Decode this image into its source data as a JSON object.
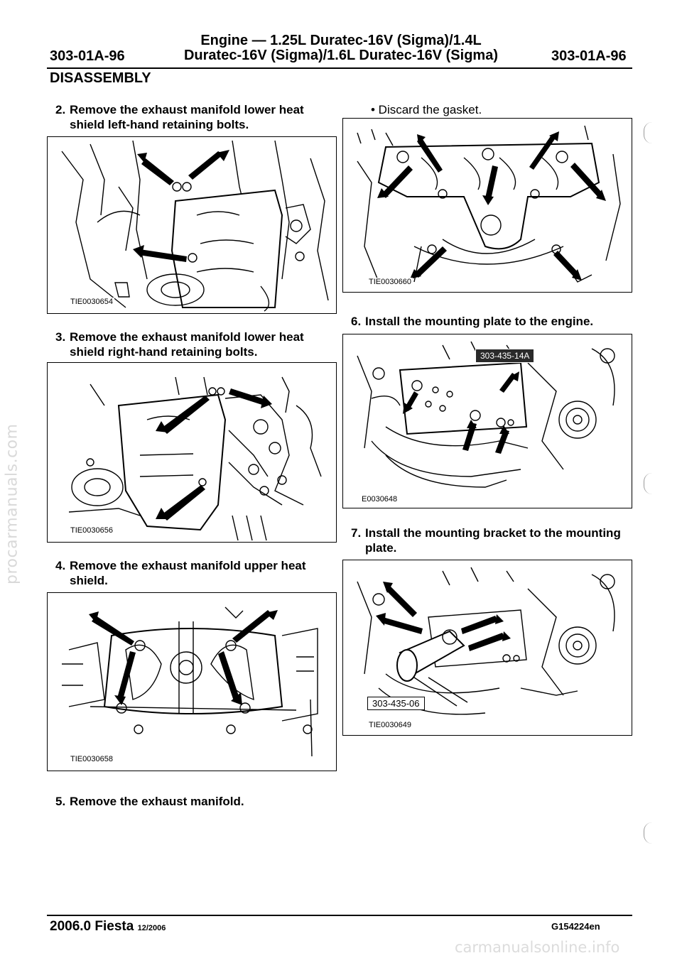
{
  "header": {
    "code_left": "303-01A-96",
    "code_right": "303-01A-96",
    "title_line1": "Engine — 1.25L Duratec-16V (Sigma)/1.4L",
    "title_line2": "Duratec-16V (Sigma)/1.6L Duratec-16V (Sigma)"
  },
  "section_title": "DISASSEMBLY",
  "steps": {
    "s2": {
      "num": "2.",
      "line1": "Remove the exhaust manifold lower heat",
      "line2": "shield left-hand retaining bolts."
    },
    "s3": {
      "num": "3.",
      "line1": "Remove the exhaust manifold lower heat",
      "line2": "shield right-hand retaining bolts."
    },
    "s4": {
      "num": "4.",
      "line1": "Remove the exhaust manifold upper heat",
      "line2": "shield."
    },
    "s5": {
      "num": "5.",
      "line1": "Remove the exhaust manifold."
    },
    "s6": {
      "num": "6.",
      "line1": "Install the mounting plate to the engine."
    },
    "s7": {
      "num": "7.",
      "line1": "Install the mounting bracket to the mounting",
      "line2": "plate."
    }
  },
  "bullet_discard": "• Discard the gasket.",
  "figures": {
    "f1": {
      "id": "TIE0030654"
    },
    "f2": {
      "id": "TIE0030656"
    },
    "f3": {
      "id": "TIE0030658"
    },
    "f4": {
      "id": "TIE0030660"
    },
    "f5": {
      "id": "E0030648",
      "tool": "303-435-14A"
    },
    "f6": {
      "id": "TIE0030649",
      "tool": "303-435-06"
    }
  },
  "footer": {
    "model": "2006.0 Fiesta",
    "date": "12/2006",
    "code": "G154224en"
  },
  "watermarks": {
    "side": "procarmanuals.com",
    "bottom": "carmanualsonline.info"
  }
}
